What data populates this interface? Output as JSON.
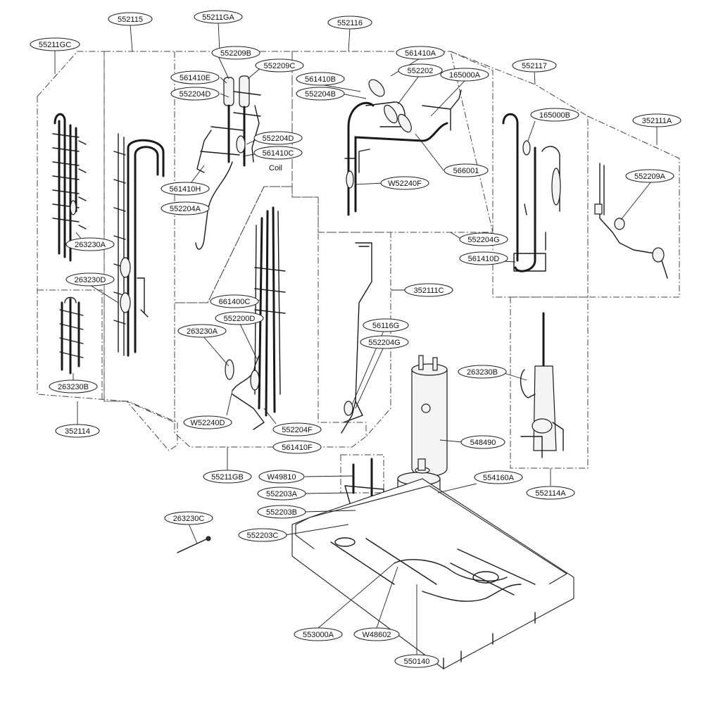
{
  "callouts": {
    "c_552115": "552115",
    "c_55211GA": "55211GA",
    "c_552116": "552116",
    "c_55211GC": "55211GC",
    "c_552209B": "552209B",
    "c_552209C": "552209C",
    "c_561410E": "561410E",
    "c_552204D_top": "552204D",
    "c_561410A": "561410A",
    "c_561410B": "561410B",
    "c_552202": "552202",
    "c_552204B": "552204B",
    "c_165000A": "165000A",
    "c_552117": "552117",
    "c_165000B": "165000B",
    "c_352111A": "352111A",
    "c_552204D_mid": "552204D",
    "c_561410C": "561410C",
    "c_566001": "566001",
    "c_561410H": "561410H",
    "c_W52240F": "W52240F",
    "c_552209A": "552209A",
    "c_552204A": "552204A",
    "c_552204G_right": "552204G",
    "c_263230A_left": "263230A",
    "c_561410D": "561410D",
    "c_263230D": "263230D",
    "c_352111C": "352111C",
    "c_661400C": "661400C",
    "c_552200D": "552200D",
    "c_263230A_mid": "263230A",
    "c_56116G": "56116G",
    "c_552204G_mid": "552204G",
    "c_263230B_right": "263230B",
    "c_263230B_left": "263230B",
    "c_W52240D": "W52240D",
    "c_552204F": "552204F",
    "c_352114": "352114",
    "c_548490": "548490",
    "c_561410F": "561410F",
    "c_55211GB": "55211GB",
    "c_W49810": "W49810",
    "c_554160A": "554160A",
    "c_552114A": "552114A",
    "c_552203A": "552203A",
    "c_552203B": "552203B",
    "c_263230C": "263230C",
    "c_552203C": "552203C",
    "c_553000A": "553000A",
    "c_W48602": "W48602",
    "c_550140": "550140"
  },
  "labels": {
    "coil": "Coil"
  }
}
